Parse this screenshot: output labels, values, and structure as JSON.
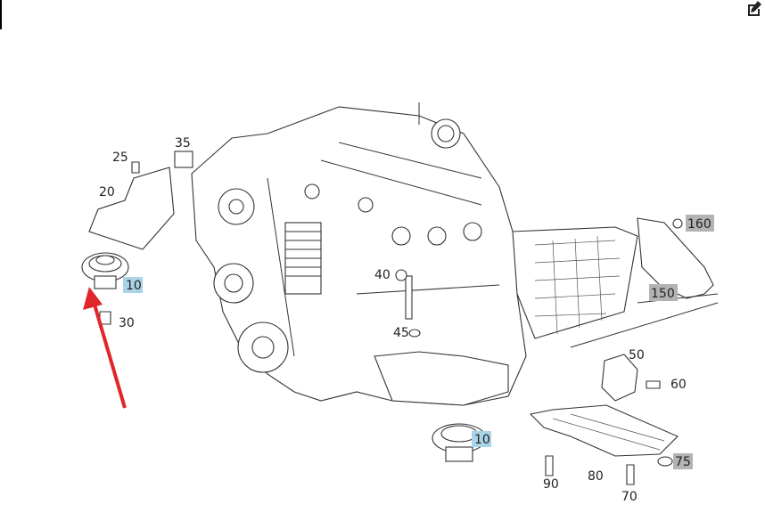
{
  "toolbar": {
    "edit_icon": "edit-icon"
  },
  "colors": {
    "highlight_blue": "#a9d3e6",
    "highlight_gray": "#b3b3b3",
    "arrow": "#e0262a"
  },
  "callouts": [
    {
      "id": "25",
      "label": "25",
      "highlight": "none"
    },
    {
      "id": "35",
      "label": "35",
      "highlight": "none"
    },
    {
      "id": "20",
      "label": "20",
      "highlight": "none"
    },
    {
      "id": "10a",
      "label": "10",
      "highlight": "blue"
    },
    {
      "id": "30",
      "label": "30",
      "highlight": "none"
    },
    {
      "id": "40",
      "label": "40",
      "highlight": "none"
    },
    {
      "id": "45",
      "label": "45",
      "highlight": "none"
    },
    {
      "id": "160",
      "label": "160",
      "highlight": "gray"
    },
    {
      "id": "150",
      "label": "150",
      "highlight": "gray"
    },
    {
      "id": "50",
      "label": "50",
      "highlight": "none"
    },
    {
      "id": "60",
      "label": "60",
      "highlight": "none"
    },
    {
      "id": "10b",
      "label": "10",
      "highlight": "blue"
    },
    {
      "id": "75",
      "label": "75",
      "highlight": "gray"
    },
    {
      "id": "90",
      "label": "90",
      "highlight": "none"
    },
    {
      "id": "80",
      "label": "80",
      "highlight": "none"
    },
    {
      "id": "70",
      "label": "70",
      "highlight": "none"
    }
  ]
}
